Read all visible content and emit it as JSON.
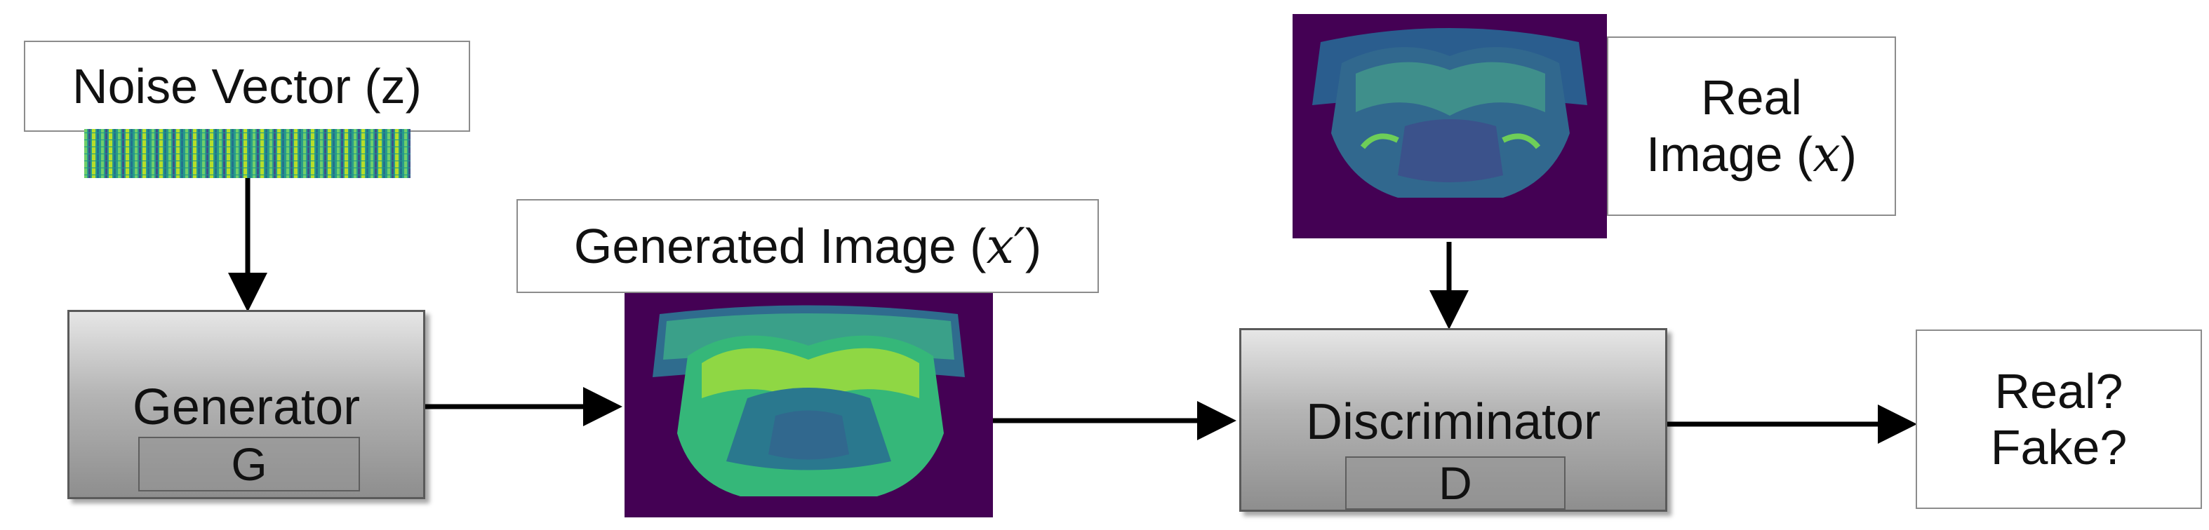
{
  "noise": {
    "label": "Noise Vector (z)"
  },
  "generator": {
    "title": "Generator",
    "letter": "G"
  },
  "generated": {
    "prefix": "Generated Image (",
    "symbol": "x′",
    "suffix": ")"
  },
  "real": {
    "line1": "Real",
    "line2_prefix": "Image (",
    "symbol": "x",
    "suffix": ")"
  },
  "discriminator": {
    "title": "Discriminator",
    "letter": "D"
  },
  "output": {
    "line1": "Real?",
    "line2": "Fake?"
  },
  "colors": {
    "viridis_bg": "#440154",
    "arrow": "#000000",
    "block_border": "#5a5a5a"
  },
  "icons": [
    "noise-vector-icon",
    "generated-brain-image",
    "real-brain-image"
  ]
}
